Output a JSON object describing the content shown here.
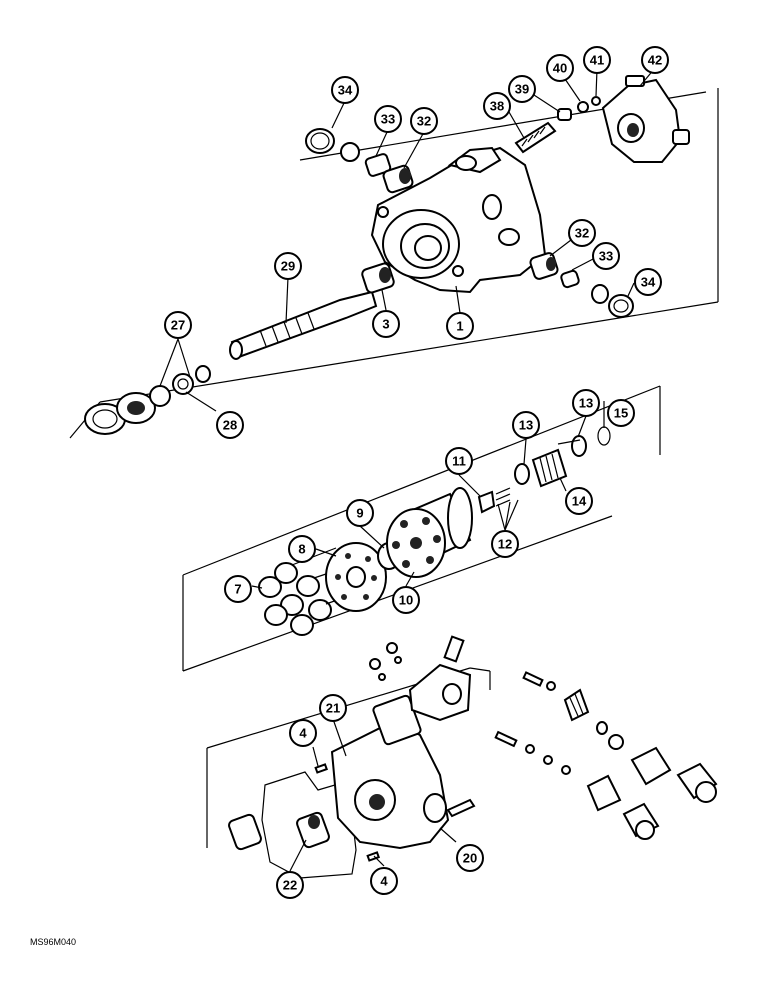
{
  "figure": {
    "reference": "MS96M040"
  },
  "callouts": [
    {
      "id": "c-34a",
      "label": "34"
    },
    {
      "id": "c-33a",
      "label": "33"
    },
    {
      "id": "c-32a",
      "label": "32"
    },
    {
      "id": "c-38",
      "label": "38"
    },
    {
      "id": "c-39",
      "label": "39"
    },
    {
      "id": "c-40",
      "label": "40"
    },
    {
      "id": "c-41",
      "label": "41"
    },
    {
      "id": "c-42",
      "label": "42"
    },
    {
      "id": "c-29",
      "label": "29"
    },
    {
      "id": "c-3",
      "label": "3"
    },
    {
      "id": "c-1",
      "label": "1"
    },
    {
      "id": "c-32b",
      "label": "32"
    },
    {
      "id": "c-33b",
      "label": "33"
    },
    {
      "id": "c-34b",
      "label": "34"
    },
    {
      "id": "c-27",
      "label": "27"
    },
    {
      "id": "c-28",
      "label": "28"
    },
    {
      "id": "c-15",
      "label": "15"
    },
    {
      "id": "c-13a",
      "label": "13"
    },
    {
      "id": "c-13b",
      "label": "13"
    },
    {
      "id": "c-11",
      "label": "11"
    },
    {
      "id": "c-14",
      "label": "14"
    },
    {
      "id": "c-12",
      "label": "12"
    },
    {
      "id": "c-9",
      "label": "9"
    },
    {
      "id": "c-8",
      "label": "8"
    },
    {
      "id": "c-7",
      "label": "7"
    },
    {
      "id": "c-10",
      "label": "10"
    },
    {
      "id": "c-4a",
      "label": "4"
    },
    {
      "id": "c-21",
      "label": "21"
    },
    {
      "id": "c-20",
      "label": "20"
    },
    {
      "id": "c-4b",
      "label": "4"
    },
    {
      "id": "c-22",
      "label": "22"
    }
  ]
}
